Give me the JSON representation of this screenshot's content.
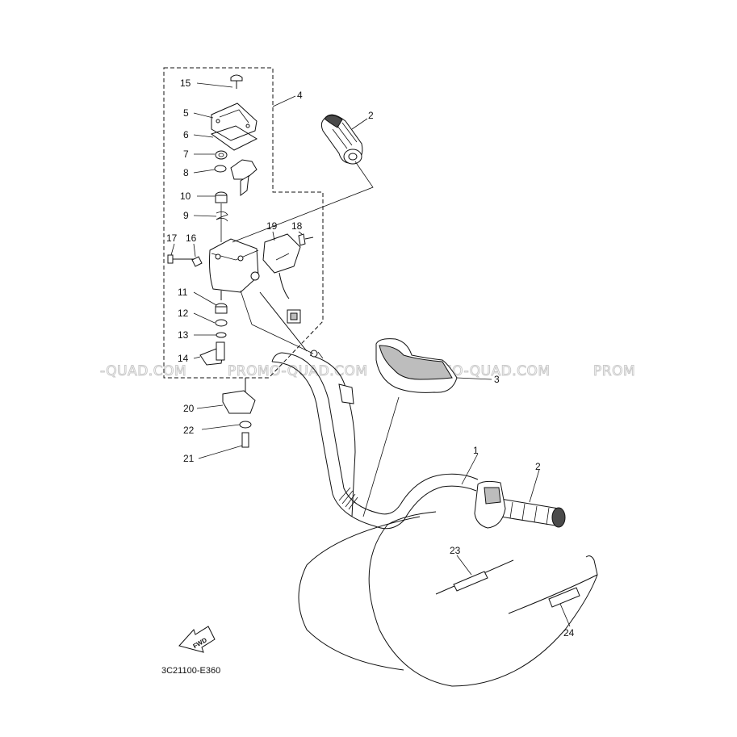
{
  "diagram": {
    "drawing_code": "3C21100-E360",
    "direction_label": "FWD",
    "watermarks": [
      "-QUAD.COM",
      "PROMO-QUAD.COM",
      "PROMO-QUAD.COM",
      "PROM"
    ],
    "callouts": [
      {
        "number": "1"
      },
      {
        "number": "2"
      },
      {
        "number": "2"
      },
      {
        "number": "3"
      },
      {
        "number": "4"
      },
      {
        "number": "5"
      },
      {
        "number": "6"
      },
      {
        "number": "7"
      },
      {
        "number": "8"
      },
      {
        "number": "9"
      },
      {
        "number": "10"
      },
      {
        "number": "11"
      },
      {
        "number": "12"
      },
      {
        "number": "13"
      },
      {
        "number": "14"
      },
      {
        "number": "15"
      },
      {
        "number": "16"
      },
      {
        "number": "17"
      },
      {
        "number": "18"
      },
      {
        "number": "19"
      },
      {
        "number": "20"
      },
      {
        "number": "21"
      },
      {
        "number": "22"
      },
      {
        "number": "23"
      },
      {
        "number": "24"
      }
    ]
  }
}
